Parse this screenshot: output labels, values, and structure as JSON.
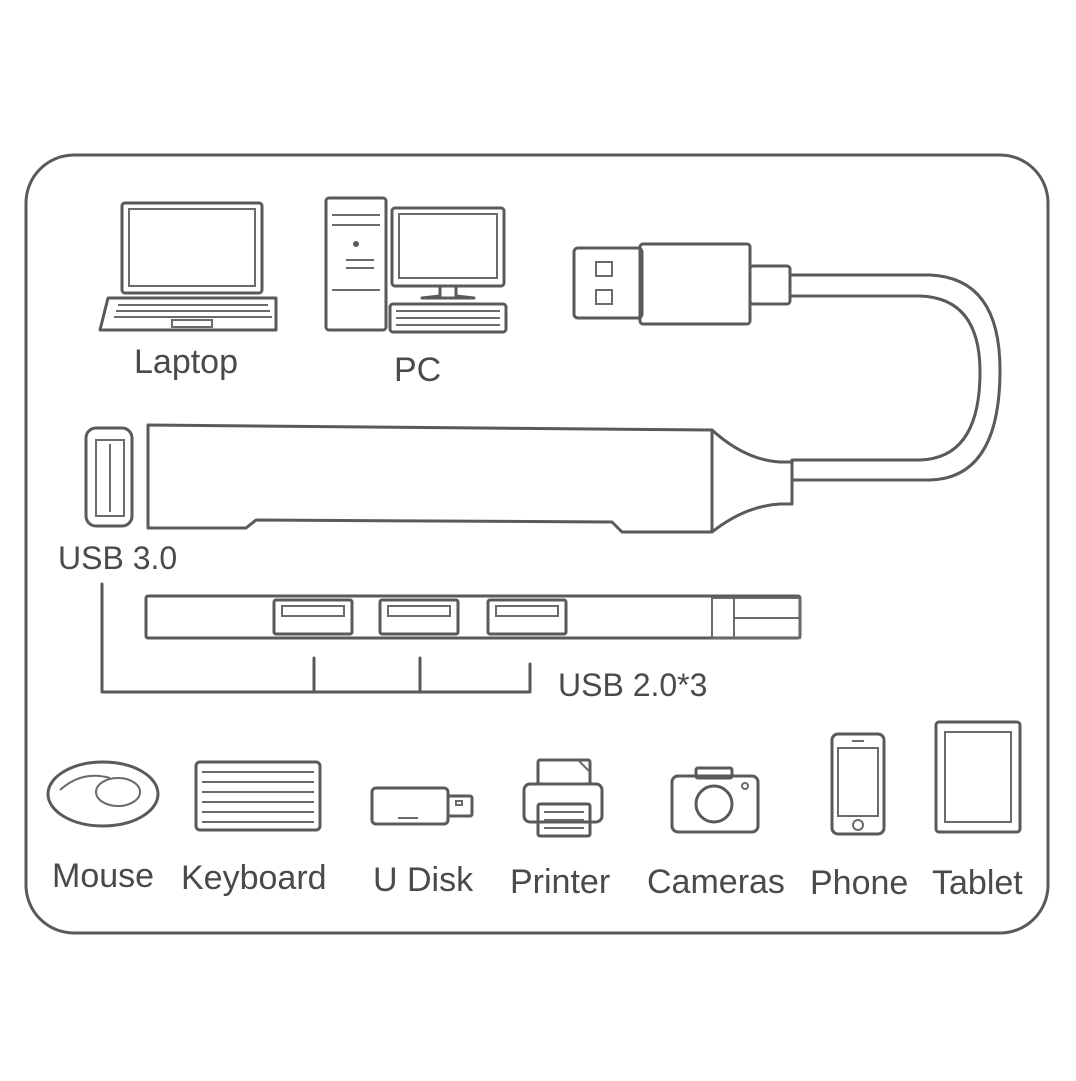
{
  "hosts": [
    {
      "label": "Laptop",
      "icon": "laptop-icon"
    },
    {
      "label": "PC",
      "icon": "desktop-pc-icon"
    }
  ],
  "ports": {
    "usb3_label": "USB 3.0",
    "usb2_label": "USB 2.0*3"
  },
  "devices": [
    {
      "label": "Mouse",
      "icon": "mouse-icon"
    },
    {
      "label": "Keyboard",
      "icon": "keyboard-icon"
    },
    {
      "label": "U Disk",
      "icon": "usb-flash-drive-icon"
    },
    {
      "label": "Printer",
      "icon": "printer-icon"
    },
    {
      "label": "Cameras",
      "icon": "camera-icon"
    },
    {
      "label": "Phone",
      "icon": "phone-icon"
    },
    {
      "label": "Tablet",
      "icon": "tablet-icon"
    }
  ],
  "colors": {
    "line": "#5a5a5a",
    "text": "#4a4a4a",
    "background": "#ffffff"
  }
}
